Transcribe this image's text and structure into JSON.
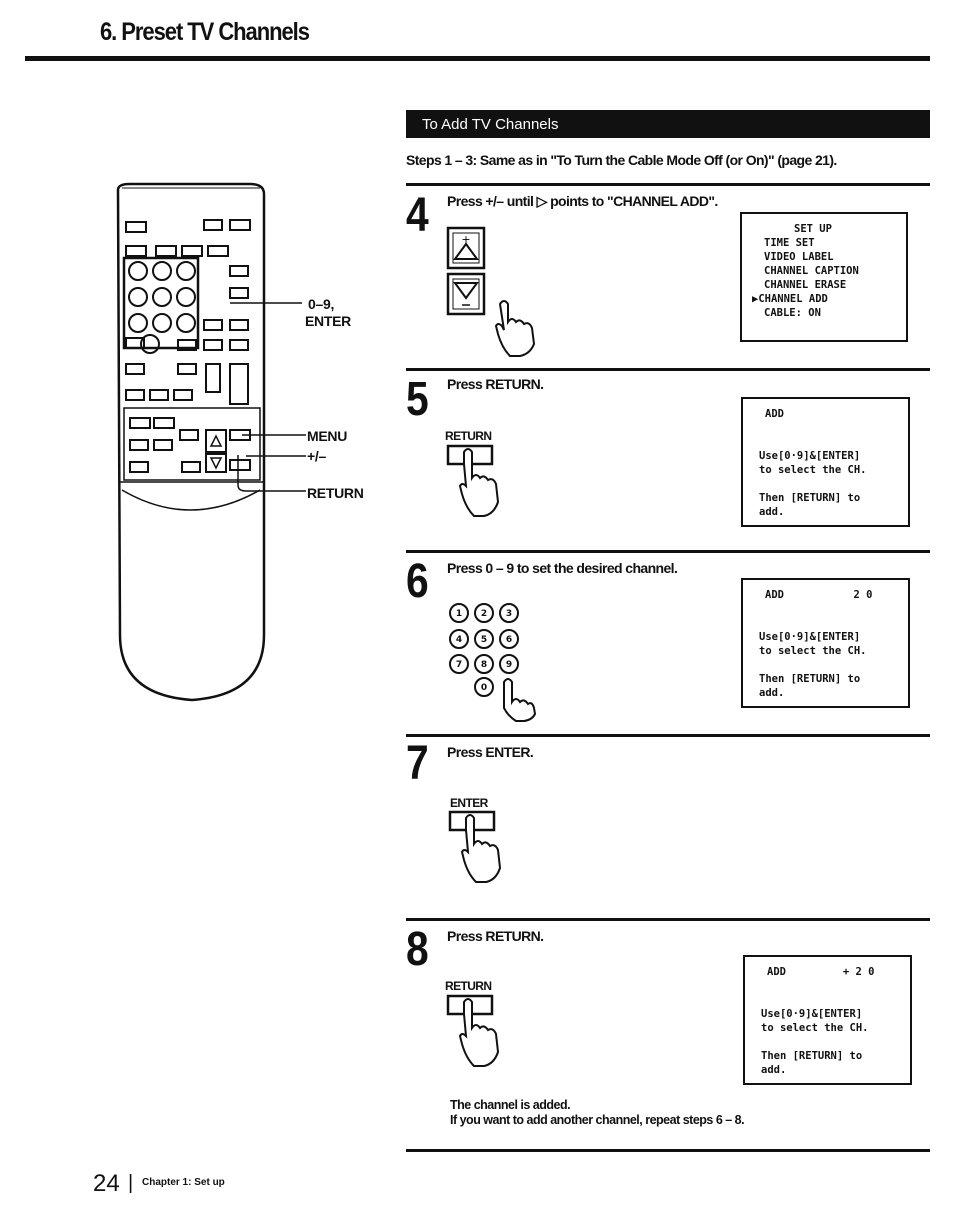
{
  "header": {
    "title": "6. Preset TV Channels"
  },
  "section": {
    "title": "To Add TV Channels"
  },
  "steps_note": "Steps 1 – 3: Same as in \"To Turn the Cable Mode Off (or On)\" (page 21).",
  "remote": {
    "callouts": {
      "numbers": "0–9,",
      "enter": "ENTER",
      "menu": "MENU",
      "plus_minus": "+/–",
      "return": "RETURN"
    }
  },
  "steps": [
    {
      "number": "4",
      "text": "Press +/– until ▷ points to \"CHANNEL ADD\".",
      "screen": [
        "SET UP",
        "TIME SET",
        "VIDEO LABEL",
        "CHANNEL CAPTION",
        "CHANNEL ERASE",
        "▶CHANNEL ADD",
        "CABLE: ON"
      ]
    },
    {
      "number": "5",
      "text": "Press RETURN.",
      "button_label": "RETURN",
      "screen": {
        "line1": "ADD",
        "line2": "Use[0·9]&[ENTER]",
        "line3": "to select the CH.",
        "line4": "Then [RETURN] to",
        "line5": "add."
      }
    },
    {
      "number": "6",
      "text": "Press 0 – 9 to set the desired channel.",
      "keypad": [
        "1",
        "2",
        "3",
        "4",
        "5",
        "6",
        "7",
        "8",
        "9",
        "0"
      ],
      "screen": {
        "line1": "ADD           2 0",
        "line2": "Use[0·9]&[ENTER]",
        "line3": "to select the CH.",
        "line4": "Then [RETURN] to",
        "line5": "add."
      }
    },
    {
      "number": "7",
      "text": "Press ENTER.",
      "button_label": "ENTER"
    },
    {
      "number": "8",
      "text": "Press RETURN.",
      "button_label": "RETURN",
      "screen": {
        "line1": "ADD         + 2 0",
        "line2": "Use[0·9]&[ENTER]",
        "line3": "to select the CH.",
        "line4": "Then [RETURN] to",
        "line5": "add."
      }
    }
  ],
  "closing": {
    "line1": "The channel is added.",
    "line2": "If you want to add another channel, repeat steps 6 – 8."
  },
  "footer": {
    "page_number": "24",
    "separator": "|",
    "chapter": "Chapter 1: Set up"
  }
}
